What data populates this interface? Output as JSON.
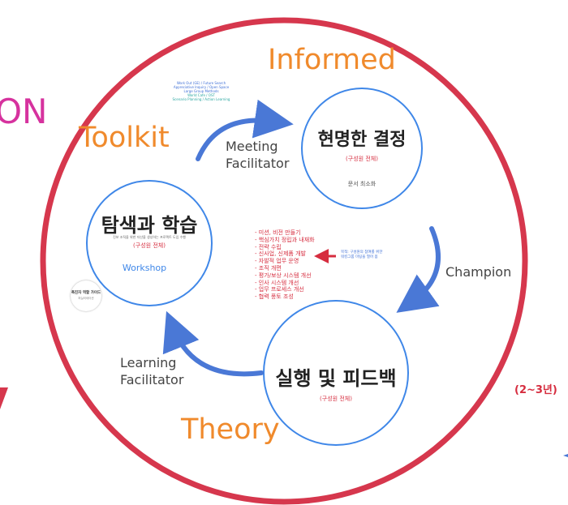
{
  "big_circle": {
    "border_color": "#d6374d"
  },
  "corner_texts": {
    "left_top": "ON",
    "right_period": "(2~3년)"
  },
  "stage_labels": {
    "informed": "Informed",
    "toolkit": "Toolkit",
    "theory": "Theory"
  },
  "role_labels": {
    "meeting_facilitator": [
      "Meeting",
      "Facilitator"
    ],
    "champion": "Champion",
    "learning_facilitator": [
      "Learning",
      "Facilitator"
    ]
  },
  "circles": {
    "decision": {
      "title": "현명한 결정",
      "subtitle": "(구성원 전체)",
      "note": "문서 최소화"
    },
    "explore": {
      "title": "탐색과 학습",
      "small": "진보 조직을 위한 자산을 생성하는 프로젝트 도입 수행",
      "subtitle": "(구성원 전체)",
      "workshop": "Workshop"
    },
    "execute": {
      "title": "실행 및 피드백",
      "subtitle": "(구성원 전체)"
    }
  },
  "task_list": [
    "- 미션, 비전 만들기",
    "- 핵심가치 정립과 내재화",
    "- 전략 수립",
    "- 신사업, 신제품 개발",
    "- 자발적 업무 운영",
    "- 조직 개편",
    "- 평가/보상 시스템 개선",
    "- 인사 시스템 개선",
    "- 업무 프로세스 개선",
    "- 협력 풍토 조성"
  ],
  "arrow_note": [
    "목적: 구성원의 참여를 위한",
    "워킹그룹 미팅을 열어 봄"
  ],
  "tiny_notes": [
    "Work Out (GE) / Future Search",
    "Appreciative Inquiry / Open Space",
    "Large Group Methods",
    "World Cafe / OST",
    "Scenario Planning / Action Learning"
  ],
  "book": {
    "title": "촉진자 역할 가이드",
    "sub": "퍼실리테이션"
  },
  "colors": {
    "orange": "#f08a2c",
    "blue_circle": "#3f87e8",
    "arrow_blue": "#4a78d6",
    "red": "#d62d3f",
    "magenta": "#d6329e"
  }
}
